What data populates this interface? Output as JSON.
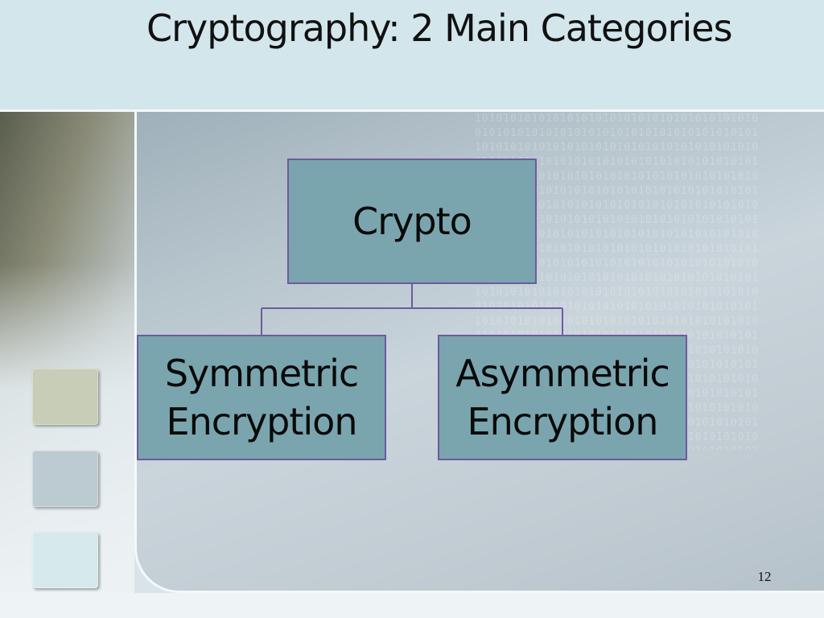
{
  "slide": {
    "title": "Cryptography: 2 Main Categories",
    "page_number": "12"
  },
  "diagram": {
    "root": {
      "label": "Crypto"
    },
    "children": [
      {
        "label_line1": "Symmetric",
        "label_line2": "Encryption"
      },
      {
        "label_line1": "Asymmetric",
        "label_line2": "Encryption"
      }
    ]
  },
  "colors": {
    "node_fill": "#7aa5ae",
    "node_border": "#6e5aa0",
    "header_bg": "#d3e6ec",
    "swatch_1": "#c7cdb6",
    "swatch_2": "#bccad1",
    "swatch_3": "#d6e9ec"
  }
}
